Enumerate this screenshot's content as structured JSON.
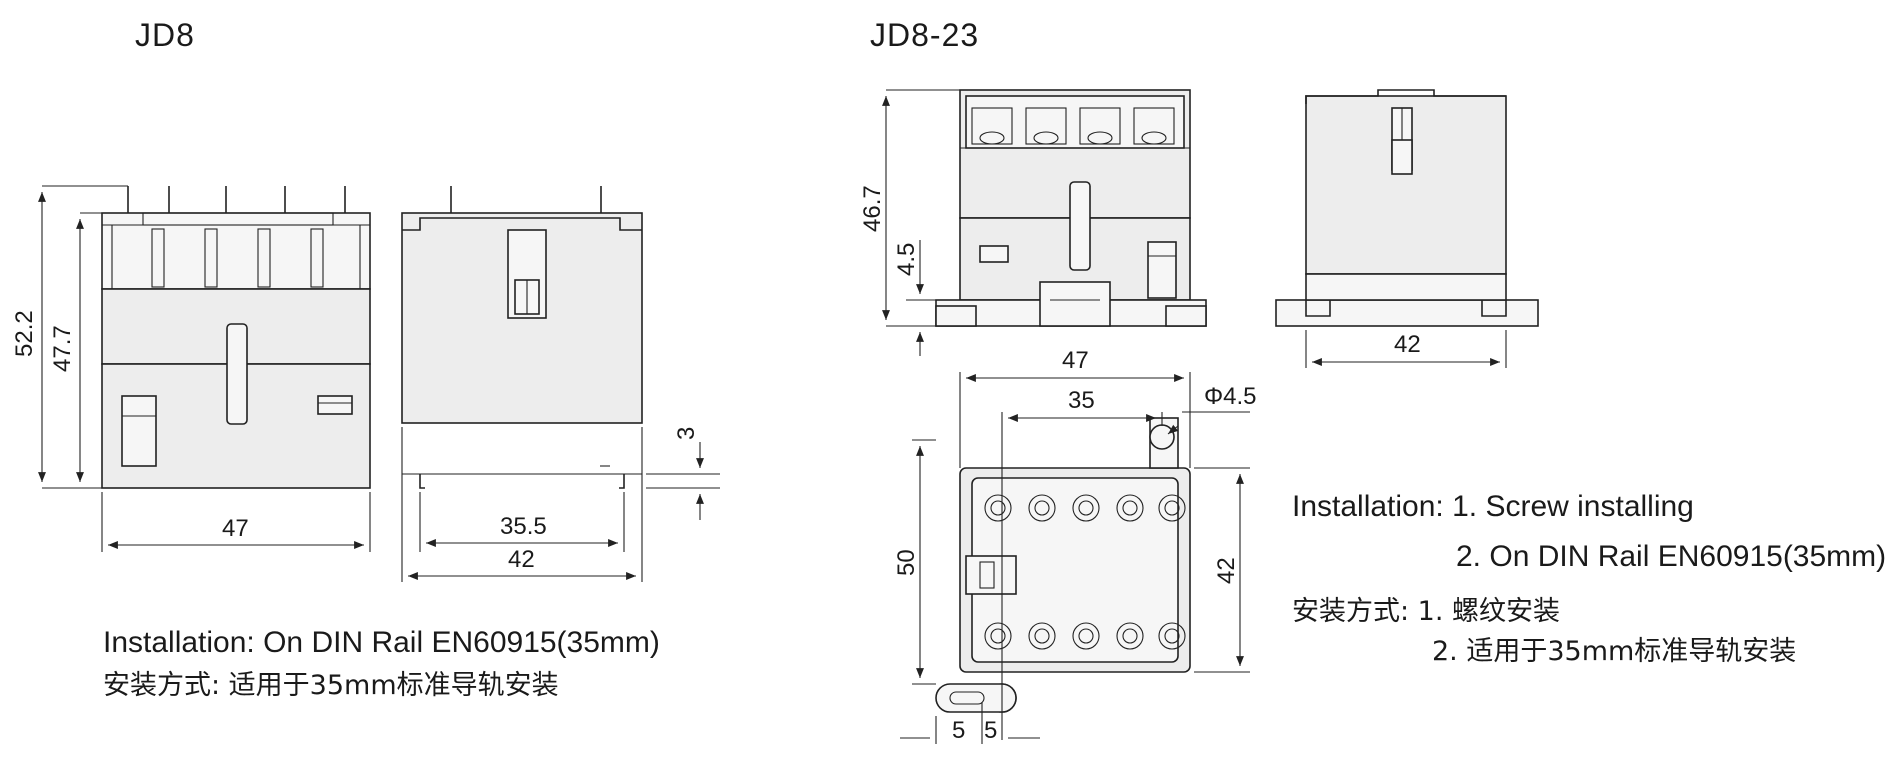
{
  "titles": {
    "jd8": "JD8",
    "jd8_23": "JD8-23"
  },
  "jd8": {
    "dims": {
      "total_height": "52.2",
      "body_height": "47.7",
      "width_front": "47",
      "rail_inner": "35.5",
      "width_side": "42",
      "rail_offset": "3"
    },
    "notes": {
      "install_en": "Installation: On DIN Rail EN60915(35mm)",
      "install_cn": "安装方式: 适用于35mm标准导轨安装"
    }
  },
  "jd8_23": {
    "dims": {
      "height": "46.7",
      "base": "4.5",
      "side_width": "42",
      "top_width": "47",
      "hole_spacing": "35",
      "hole_dia": "Φ4.5",
      "top_height": "50",
      "top_inner_height": "42",
      "offset_a": "5",
      "offset_b": "5"
    },
    "notes": {
      "install_en_1": "Installation: 1. Screw  installing",
      "install_en_2": "2. On DIN Rail EN60915(35mm)",
      "install_cn_1": "安装方式: 1. 螺纹安装",
      "install_cn_2": "2. 适用于35mm标准导轨安装"
    }
  },
  "colors": {
    "body": "#ededed",
    "outline": "#222222",
    "background": "#ffffff"
  }
}
